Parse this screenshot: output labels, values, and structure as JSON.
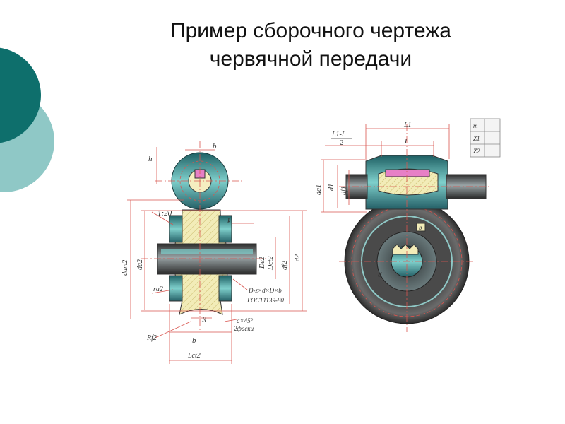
{
  "slide": {
    "title_line1": "Пример сборочного чертежа",
    "title_line2": "червячной передачи"
  },
  "colors": {
    "accent_dark": "#0e6f6c",
    "accent_light": "#8fc8c6",
    "dimension_red": "#d9554f",
    "section_hatch": "#f2ecb8",
    "steel_teal": "#3aa8a4",
    "key_pink": "#e77fc6"
  },
  "drawing": {
    "labels": {
      "h": "h",
      "b_top": "b",
      "taper": "1:20",
      "k": "k",
      "dam2": "dam2",
      "da2": "da2",
      "dct2": "Dct2",
      "de2": "De2",
      "df2": "df2",
      "d2": "d2",
      "ra2": "ra2",
      "spline": "D-z×d×D×b",
      "gost": "ГОСТ1139-80",
      "chamfer": "a×45°",
      "chamfer_note": "2фаски",
      "r": "R",
      "rf2": "Rf2",
      "b_bottom": "b",
      "lct2": "Lct2",
      "l1": "L1",
      "l1_minus_l": "L1-L",
      "two": "2",
      "l": "L",
      "da1": "da1",
      "d1": "d1",
      "df1": "df1",
      "b_box": "b",
      "d": "d"
    },
    "table": [
      "m",
      "Z1",
      "Z2"
    ]
  }
}
